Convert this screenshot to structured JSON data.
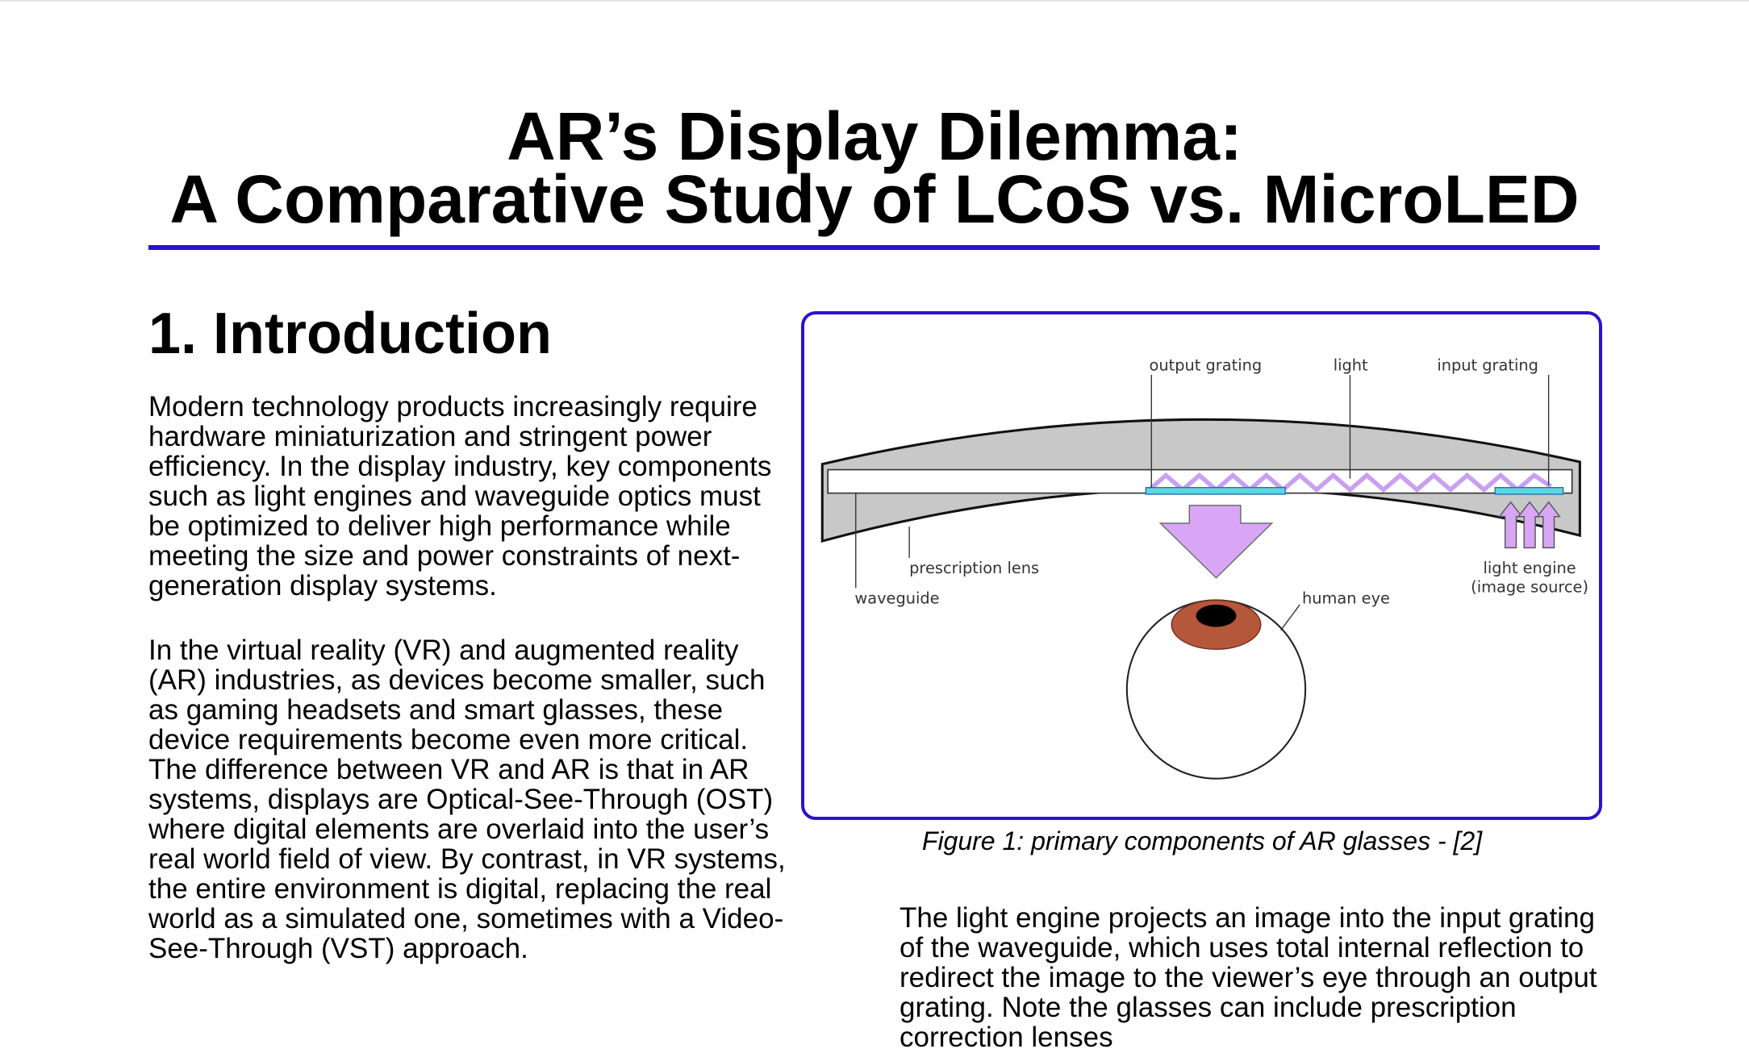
{
  "title": {
    "line1": "AR’s Display Dilemma:",
    "line2": "A Comparative Study of LCoS vs. MicroLED"
  },
  "section": {
    "heading": "1. Introduction",
    "paragraphs": [
      "Modern technology products increasingly require hardware miniaturization and stringent power efficiency. In the display industry, key components such as light engines and waveguide optics must be optimized to deliver high performance while meeting the size and power constraints of next-generation display systems.",
      "In the virtual reality (VR) and augmented reality (AR) industries, as devices become smaller, such as gaming headsets and smart glasses, these device requirements become even more critical. The difference between VR and AR is that in AR systems, displays are Optical-See-Through (OST) where digital elements are overlaid into the user’s real world field of view. By contrast, in VR systems, the entire environment is digital, replacing the real world as a simulated one, sometimes with a Video-See-Through (VST) approach."
    ],
    "right_paragraph": "The light engine projects an image into the input grating of the waveguide, which uses total internal reflection to redirect the image to the viewer’s eye through an output grating. Note the glasses can include prescription correction lenses"
  },
  "figure": {
    "caption": "Figure 1: primary components of AR glasses - [2]",
    "labels": {
      "output_grating": "output grating",
      "light": "light",
      "input_grating": "input grating",
      "prescription_lens": "prescription lens",
      "waveguide": "waveguide",
      "human_eye": "human eye",
      "light_engine": "light engine",
      "image_source": "(image source)"
    },
    "colors": {
      "border": "#2a12cf",
      "lens": "#c8c8c8",
      "light": "#c9a0f0",
      "grating": "#5ad8e0",
      "iris": "#b5573a"
    }
  }
}
